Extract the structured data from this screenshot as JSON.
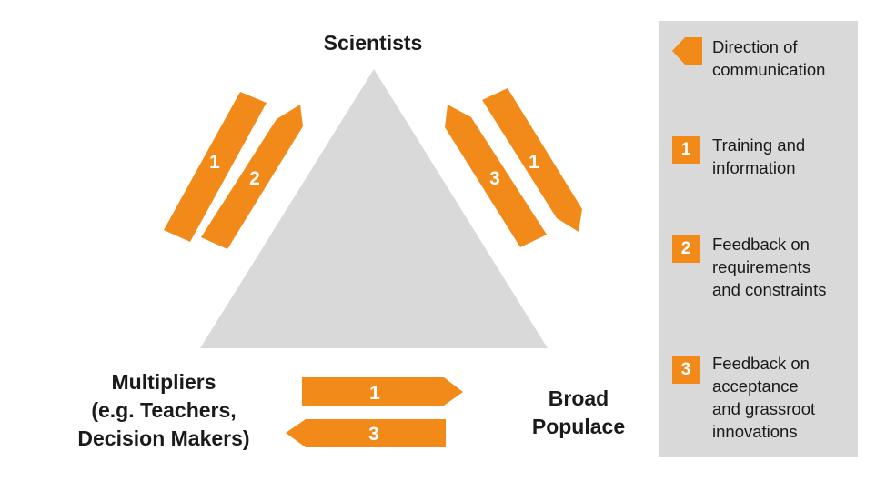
{
  "colors": {
    "accent": "#f28a1a",
    "triangle": "#d9d9d9",
    "legend_bg": "#d9d9d9",
    "text": "#1a1a1a"
  },
  "nodes": {
    "top": "Scientists",
    "left": "Multipliers\n(e.g. Teachers,\nDecision Makers)",
    "right": "Broad\nPopulace"
  },
  "arrows": {
    "left_edge_outer": "1",
    "left_edge_inner": "2",
    "right_edge_inner": "3",
    "right_edge_outer": "1",
    "bottom_top": "1",
    "bottom_lower": "3"
  },
  "legend": {
    "direction": "Direction of\ncommunication",
    "items": [
      {
        "badge": "1",
        "text": "Training and\ninformation"
      },
      {
        "badge": "2",
        "text": "Feedback on\nrequirements\nand constraints"
      },
      {
        "badge": "3",
        "text": "Feedback on\nacceptance\nand grassroot\ninnovations"
      }
    ]
  }
}
